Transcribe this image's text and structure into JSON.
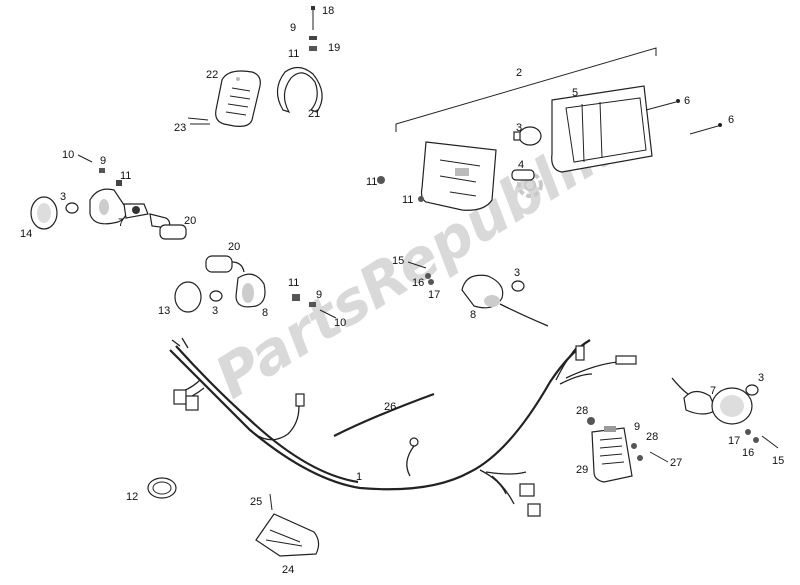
{
  "watermark": {
    "text": "PartsRepublik"
  },
  "callouts": [
    {
      "id": "c18",
      "text": "18"
    },
    {
      "id": "c9a",
      "text": "9"
    },
    {
      "id": "c11a",
      "text": "11"
    },
    {
      "id": "c19",
      "text": "19"
    },
    {
      "id": "c22",
      "text": "22"
    },
    {
      "id": "c21",
      "text": "21"
    },
    {
      "id": "c23",
      "text": "23"
    },
    {
      "id": "c2",
      "text": "2"
    },
    {
      "id": "c5",
      "text": "5"
    },
    {
      "id": "c6a",
      "text": "6"
    },
    {
      "id": "c6b",
      "text": "6"
    },
    {
      "id": "c3a",
      "text": "3"
    },
    {
      "id": "c4",
      "text": "4"
    },
    {
      "id": "c11b",
      "text": "11"
    },
    {
      "id": "c11c",
      "text": "11"
    },
    {
      "id": "c10a",
      "text": "10"
    },
    {
      "id": "c9b",
      "text": "9"
    },
    {
      "id": "c11d",
      "text": "11"
    },
    {
      "id": "c3b",
      "text": "3"
    },
    {
      "id": "c7a",
      "text": "7"
    },
    {
      "id": "c14",
      "text": "14"
    },
    {
      "id": "c20a",
      "text": "20"
    },
    {
      "id": "c20b",
      "text": "20"
    },
    {
      "id": "c13",
      "text": "13"
    },
    {
      "id": "c3c",
      "text": "3"
    },
    {
      "id": "c8a",
      "text": "8"
    },
    {
      "id": "c11e",
      "text": "11"
    },
    {
      "id": "c9c",
      "text": "9"
    },
    {
      "id": "c10b",
      "text": "10"
    },
    {
      "id": "c15a",
      "text": "15"
    },
    {
      "id": "c16a",
      "text": "16"
    },
    {
      "id": "c17a",
      "text": "17"
    },
    {
      "id": "c3d",
      "text": "3"
    },
    {
      "id": "c8b",
      "text": "8"
    },
    {
      "id": "c26",
      "text": "26"
    },
    {
      "id": "c1",
      "text": "1"
    },
    {
      "id": "c12",
      "text": "12"
    },
    {
      "id": "c25",
      "text": "25"
    },
    {
      "id": "c24",
      "text": "24"
    },
    {
      "id": "c28a",
      "text": "28"
    },
    {
      "id": "c9d",
      "text": "9"
    },
    {
      "id": "c28b",
      "text": "28"
    },
    {
      "id": "c29",
      "text": "29"
    },
    {
      "id": "c27",
      "text": "27"
    },
    {
      "id": "c7b",
      "text": "7"
    },
    {
      "id": "c3e",
      "text": "3"
    },
    {
      "id": "c17b",
      "text": "17"
    },
    {
      "id": "c16b",
      "text": "16"
    },
    {
      "id": "c15b",
      "text": "15"
    }
  ]
}
